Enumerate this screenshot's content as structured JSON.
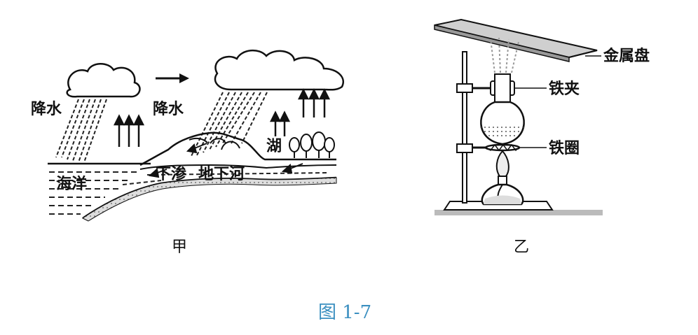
{
  "panel_left": {
    "caption": "甲",
    "labels": {
      "rain_left": "降水",
      "rain_middle": "降水",
      "ocean": "海洋",
      "seepage": "下渗",
      "underground_river": "地下河",
      "lake": "湖"
    }
  },
  "panel_right": {
    "caption": "乙",
    "labels": {
      "metal_plate": "金属盘",
      "iron_clamp": "铁夹",
      "iron_ring": "铁圈"
    }
  },
  "figure_caption": "图 1-7"
}
